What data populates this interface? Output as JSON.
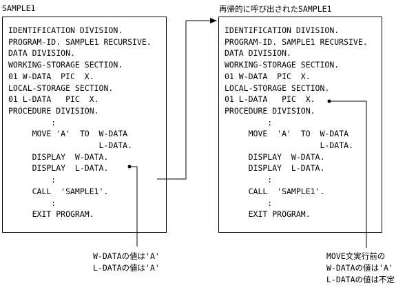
{
  "left_program": {
    "title": "SAMPLE1",
    "lines": [
      "IDENTIFICATION DIVISION.",
      "PROGRAM-ID. SAMPLE1 RECURSIVE.",
      "DATA DIVISION.",
      "WORKING-STORAGE SECTION.",
      "01 W-DATA  PIC  X.",
      "LOCAL-STORAGE SECTION.",
      "01 L-DATA   PIC  X.",
      "PROCEDURE DIVISION.",
      "         :",
      "     MOVE 'A'  TO  W-DATA",
      "                   L-DATA.",
      "     DISPLAY  W-DATA.",
      "     DISPLAY  L-DATA.",
      "         :",
      "     CALL  'SAMPLE1'.",
      "         :",
      "     EXIT PROGRAM."
    ]
  },
  "right_program": {
    "title": "再帰的に呼び出されたSAMPLE1",
    "lines": [
      "IDENTIFICATION DIVISION.",
      "PROGRAM-ID. SAMPLE1 RECURSIVE.",
      "DATA DIVISION.",
      "WORKING-STORAGE SECTION.",
      "01 W-DATA  PIC  X.",
      "LOCAL-STORAGE SECTION.",
      "01 L-DATA   PIC  X.",
      "PROCEDURE DIVISION.",
      "         :",
      "     MOVE  'A'  TO  W-DATA",
      "                    L-DATA.",
      "     DISPLAY  W-DATA.",
      "     DISPLAY  L-DATA.",
      "         :",
      "     CALL  'SAMPLE1'.",
      "         :",
      "     EXIT PROGRAM."
    ]
  },
  "left_note": {
    "line1": "W-DATAの値は'A'",
    "line2": "L-DATAの値は'A'"
  },
  "right_note": {
    "line1": "MOVE文実行前の",
    "line2": "W-DATAの値は'A'",
    "line3": "L-DATAの値は不定"
  }
}
